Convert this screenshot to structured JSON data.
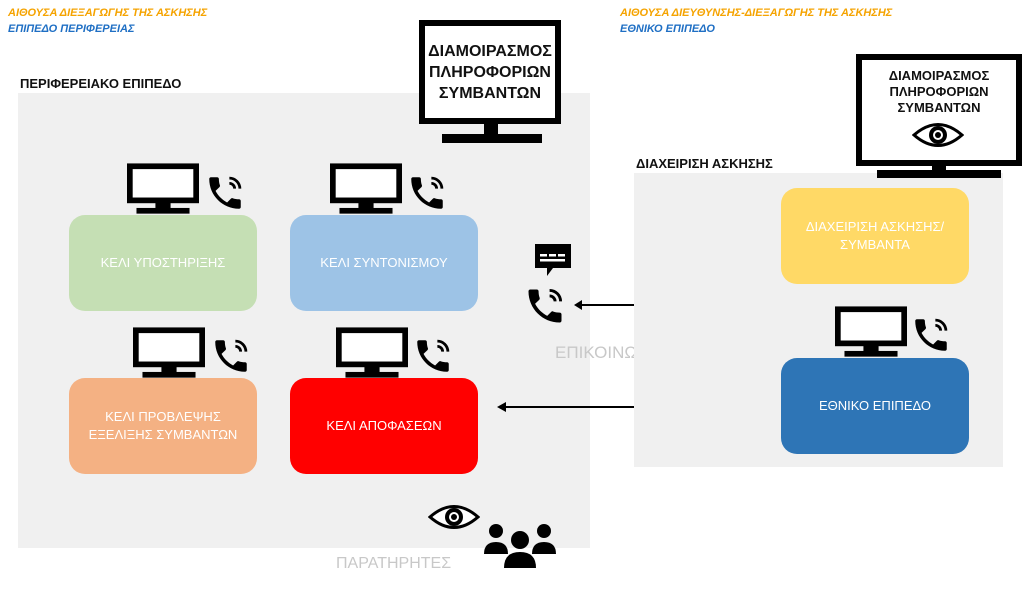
{
  "header_left": {
    "line1": "ΑΙΘΟΥΣΑ ΔΙΕΞΑΓΩΓΗΣ ΤΗΣ ΑΣΚΗΣΗΣ",
    "line2": "ΕΠΙΠΕΔΟ ΠΕΡΙΦΕΡΕΙΑΣ"
  },
  "header_right": {
    "line1": "ΑΙΘΟΥΣΑ ΔΙΕΥΘΥΝΣΗΣ-ΔΙΕΞΑΓΩΓΗΣ ΤΗΣ ΑΣΚΗΣΗΣ",
    "line2": "ΕΘΝΙΚΟ ΕΠΙΠΕΔΟ"
  },
  "regional": {
    "label": "ΠΕΡΙΦΕΡΕΙΑΚΟ ΕΠΙΠΕΔΟ",
    "cells": {
      "support": "ΚΕΛΙ ΥΠΟΣΤΗΡΙΞΗΣ",
      "coordination": "ΚΕΛΙ ΣΥΝΤΟΝΙΣΜΟΥ",
      "forecast_line1": "ΚΕΛΙ ΠΡΟΒΛΕΨΗΣ",
      "forecast_line2": "ΕΞΕΛΙΞΗΣ ΣΥΜΒΑΝΤΩΝ",
      "decisions": "ΚΕΛΙ ΑΠΟΦΑΣΕΩΝ"
    },
    "display": {
      "line1": "ΔΙΑΜΟΙΡΑΣΜΟΣ",
      "line2": "ΠΛΗΡΟΦΟΡΙΩΝ",
      "line3": "ΣΥΜΒΑΝΤΩΝ"
    },
    "observers_label": "ΠΑΡΑΤΗΡΗΤΕΣ"
  },
  "communication_label": "ΕΠΙΚΟΙΝΩΝΙΑ",
  "national": {
    "label": "ΔΙΑΧΕΙΡΙΣΗ ΑΣΚΗΣΗΣ",
    "display": {
      "line1": "ΔΙΑΜΟΙΡΑΣΜΟΣ",
      "line2": "ΠΛΗΡΟΦΟΡΙΩΝ",
      "line3": "ΣΥΜΒΑΝΤΩΝ"
    },
    "management_line1": "ΔΙΑΧΕΙΡΙΣΗ ΑΣΚΗΣΗΣ/",
    "management_line2": "ΣΥΜΒΑΝΤΑ",
    "national_level": "ΕΘΝΙΚΟ ΕΠΙΠΕΔΟ"
  },
  "colors": {
    "support": "#c5dfb4",
    "coordination": "#9dc3e6",
    "forecast": "#f4b183",
    "decisions": "#ff0000",
    "management": "#ffd966",
    "national": "#2e75b6"
  },
  "icons": [
    "monitor-icon",
    "phone-icon",
    "chat-icon",
    "eye-icon",
    "people-icon",
    "double-arrow-icon"
  ]
}
